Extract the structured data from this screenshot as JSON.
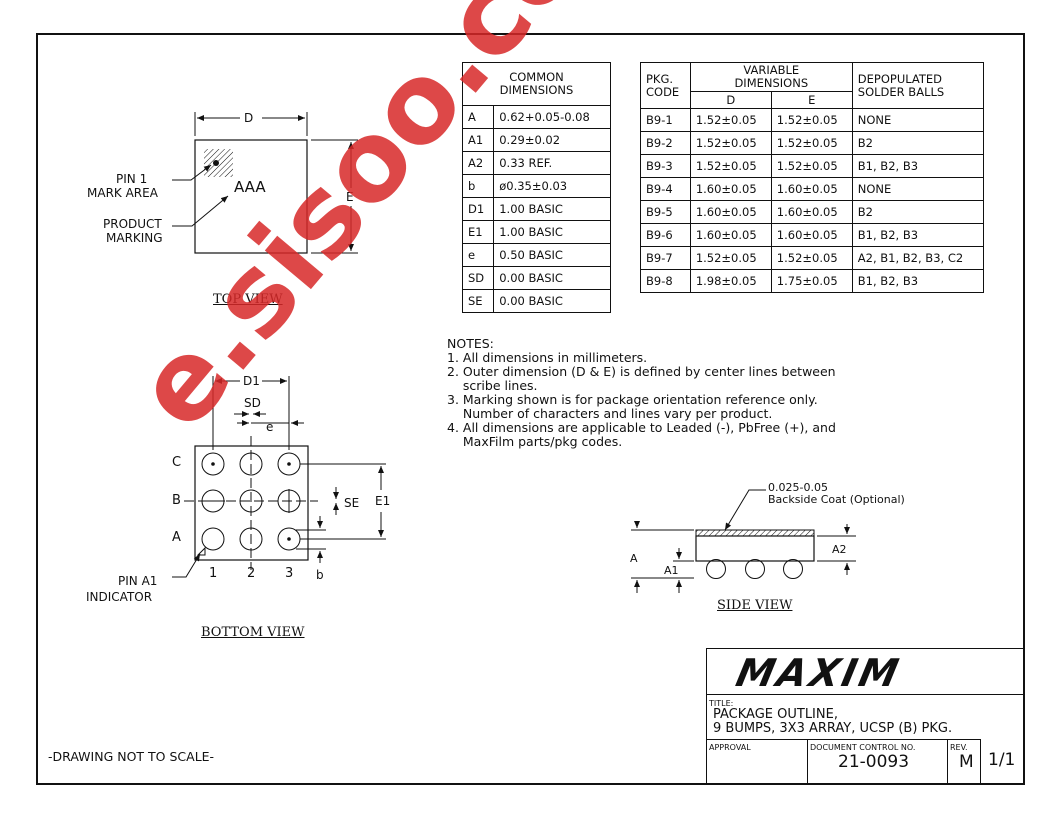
{
  "top_view": {
    "label_d": "D",
    "label_e": "E",
    "pin1_label": [
      "PIN 1",
      "MARK AREA"
    ],
    "marking_text": "AAA",
    "product_label": [
      "PRODUCT",
      "MARKING"
    ],
    "caption": "TOP VIEW"
  },
  "common_table": {
    "header": [
      "COMMON",
      "DIMENSIONS"
    ],
    "rows": [
      {
        "sym": "A",
        "val": "0.62+0.05-0.08"
      },
      {
        "sym": "A1",
        "val": "0.29±0.02"
      },
      {
        "sym": "A2",
        "val": "0.33 REF."
      },
      {
        "sym": "b",
        "val": "ø0.35±0.03"
      },
      {
        "sym": "D1",
        "val": "1.00 BASIC"
      },
      {
        "sym": "E1",
        "val": "1.00 BASIC"
      },
      {
        "sym": "e",
        "val": "0.50 BASIC"
      },
      {
        "sym": "SD",
        "val": "0.00 BASIC"
      },
      {
        "sym": "SE",
        "val": "0.00 BASIC"
      }
    ]
  },
  "variable_table": {
    "pkg_header": [
      "PKG.",
      "CODE"
    ],
    "var_header": [
      "VARIABLE",
      "DIMENSIONS"
    ],
    "col_d": "D",
    "col_e": "E",
    "depop_header": [
      "DEPOPULATED",
      "SOLDER BALLS"
    ],
    "rows": [
      {
        "code": "B9-1",
        "d": "1.52±0.05",
        "e": "1.52±0.05",
        "balls": "NONE"
      },
      {
        "code": "B9-2",
        "d": "1.52±0.05",
        "e": "1.52±0.05",
        "balls": "B2"
      },
      {
        "code": "B9-3",
        "d": "1.52±0.05",
        "e": "1.52±0.05",
        "balls": "B1, B2, B3"
      },
      {
        "code": "B9-4",
        "d": "1.60±0.05",
        "e": "1.60±0.05",
        "balls": "NONE"
      },
      {
        "code": "B9-5",
        "d": "1.60±0.05",
        "e": "1.60±0.05",
        "balls": "B2"
      },
      {
        "code": "B9-6",
        "d": "1.60±0.05",
        "e": "1.60±0.05",
        "balls": "B1, B2, B3"
      },
      {
        "code": "B9-7",
        "d": "1.52±0.05",
        "e": "1.52±0.05",
        "balls": "A2, B1, B2, B3, C2"
      },
      {
        "code": "B9-8",
        "d": "1.98±0.05",
        "e": "1.75±0.05",
        "balls": "B1, B2, B3"
      }
    ]
  },
  "notes": {
    "title": "NOTES:",
    "lines": [
      "1. All dimensions in millimeters.",
      "2. Outer dimension (D & E) is defined by center lines between",
      "    scribe lines.",
      "3. Marking shown is for package orientation reference only.",
      "    Number of characters and lines vary per product.",
      "4. All dimensions are applicable to Leaded (-), PbFree (+), and",
      "    MaxFilm parts/pkg codes."
    ]
  },
  "bottom_view": {
    "label_d1": "D1",
    "label_sd": "SD",
    "label_e": "e",
    "label_se": "SE",
    "label_e1": "E1",
    "label_b": "b",
    "rows": [
      "C",
      "B",
      "A"
    ],
    "cols": [
      "1",
      "2",
      "3"
    ],
    "pin_a1_label": [
      "PIN A1",
      "INDICATOR"
    ],
    "caption": "BOTTOM VIEW"
  },
  "side_view": {
    "coat_label": [
      "0.025-0.05",
      "Backside Coat (Optional)"
    ],
    "label_a": "A",
    "label_a1": "A1",
    "label_a2": "A2",
    "caption": "SIDE VIEW"
  },
  "title_block": {
    "logo": "MAXIM",
    "title_label": "TITLE:",
    "title_lines": [
      "PACKAGE OUTLINE,",
      "9 BUMPS, 3X3 ARRAY, UCSP (B) PKG."
    ],
    "approval_label": "APPROVAL",
    "doc_label": "DOCUMENT CONTROL NO.",
    "doc_no": "21-0093",
    "rev_label": "REV.",
    "rev": "M",
    "sheet": "1/1"
  },
  "footer": {
    "scale_note": "-DRAWING NOT TO SCALE-"
  },
  "watermark": {
    "text": "e.sisoo.com",
    "color": "#d62828"
  }
}
